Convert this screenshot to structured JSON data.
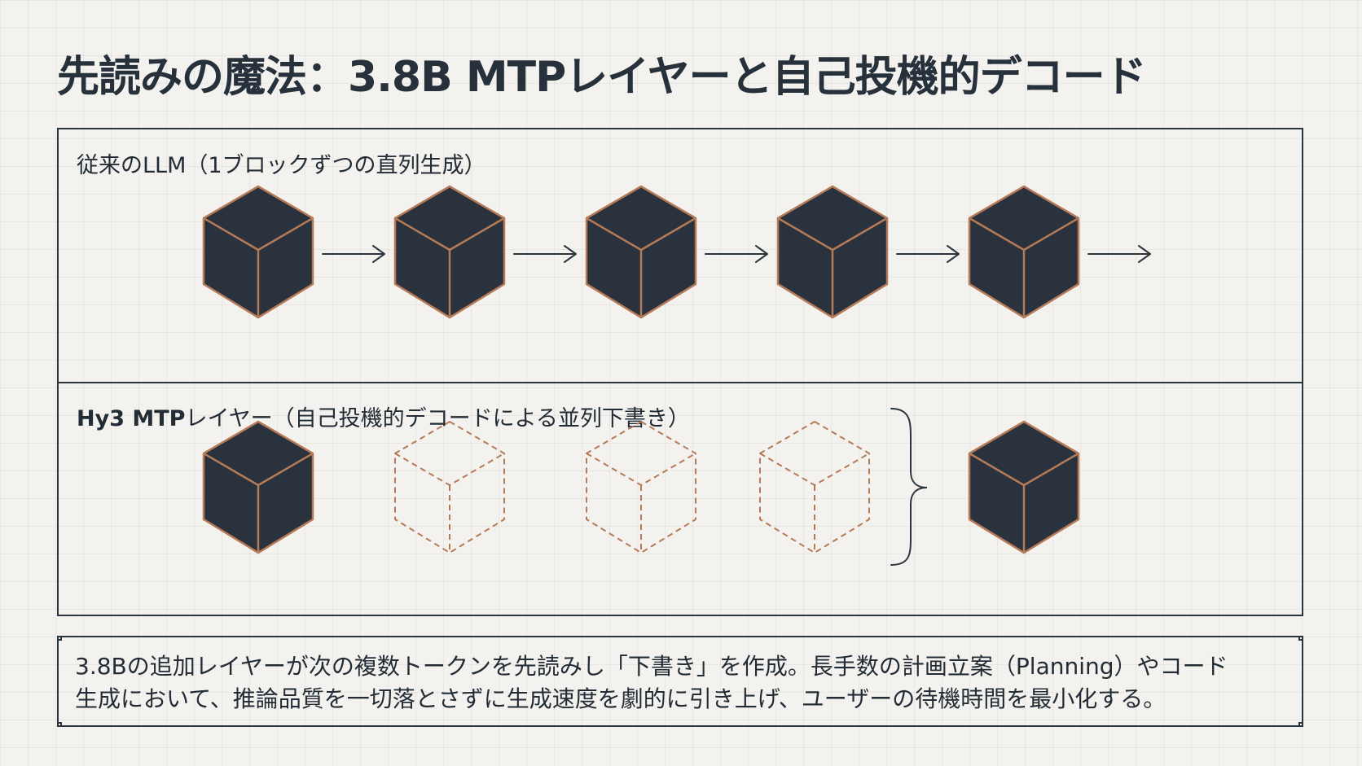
{
  "title": "先読みの魔法：3.8B MTPレイヤーと自己投機的デコード",
  "traditional": {
    "label": "従来のLLM（1ブロックずつの直列生成）"
  },
  "mtp": {
    "label_bold": "Hy3 MTP",
    "label_rest": "レイヤー（自己投機的デコードによる並列下書き）"
  },
  "note": {
    "line1": "3.8Bの追加レイヤーが次の複数トークンを先読みし「下書き」を作成。長手数の計画立案（Planning）やコード",
    "line2": "生成において、推論品質を一切落とさずに生成速度を劇的に引き上げ、ユーザーの待機時間を最小化する。"
  },
  "colors": {
    "cube_fill": "#29323d",
    "cube_edge": "#b57a58",
    "arrow": "#2b3540",
    "border": "#2b3540"
  }
}
